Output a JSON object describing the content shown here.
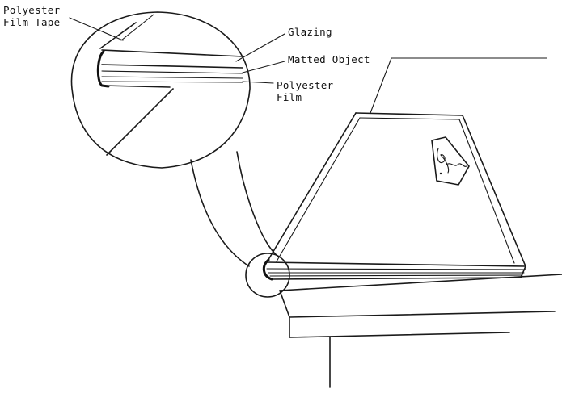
{
  "labels": {
    "film_tape_line1": "Polyester",
    "film_tape_line2": "Film Tape",
    "glazing": "Glazing",
    "matted_object": "Matted Object",
    "polyester_film_line1": "Polyester",
    "polyester_film_line2": "Film"
  },
  "colors": {
    "ink": "#1a1a1a",
    "paper": "#ffffff"
  },
  "icons": {
    "signature_artwork": "handwritten-signature-icon"
  }
}
